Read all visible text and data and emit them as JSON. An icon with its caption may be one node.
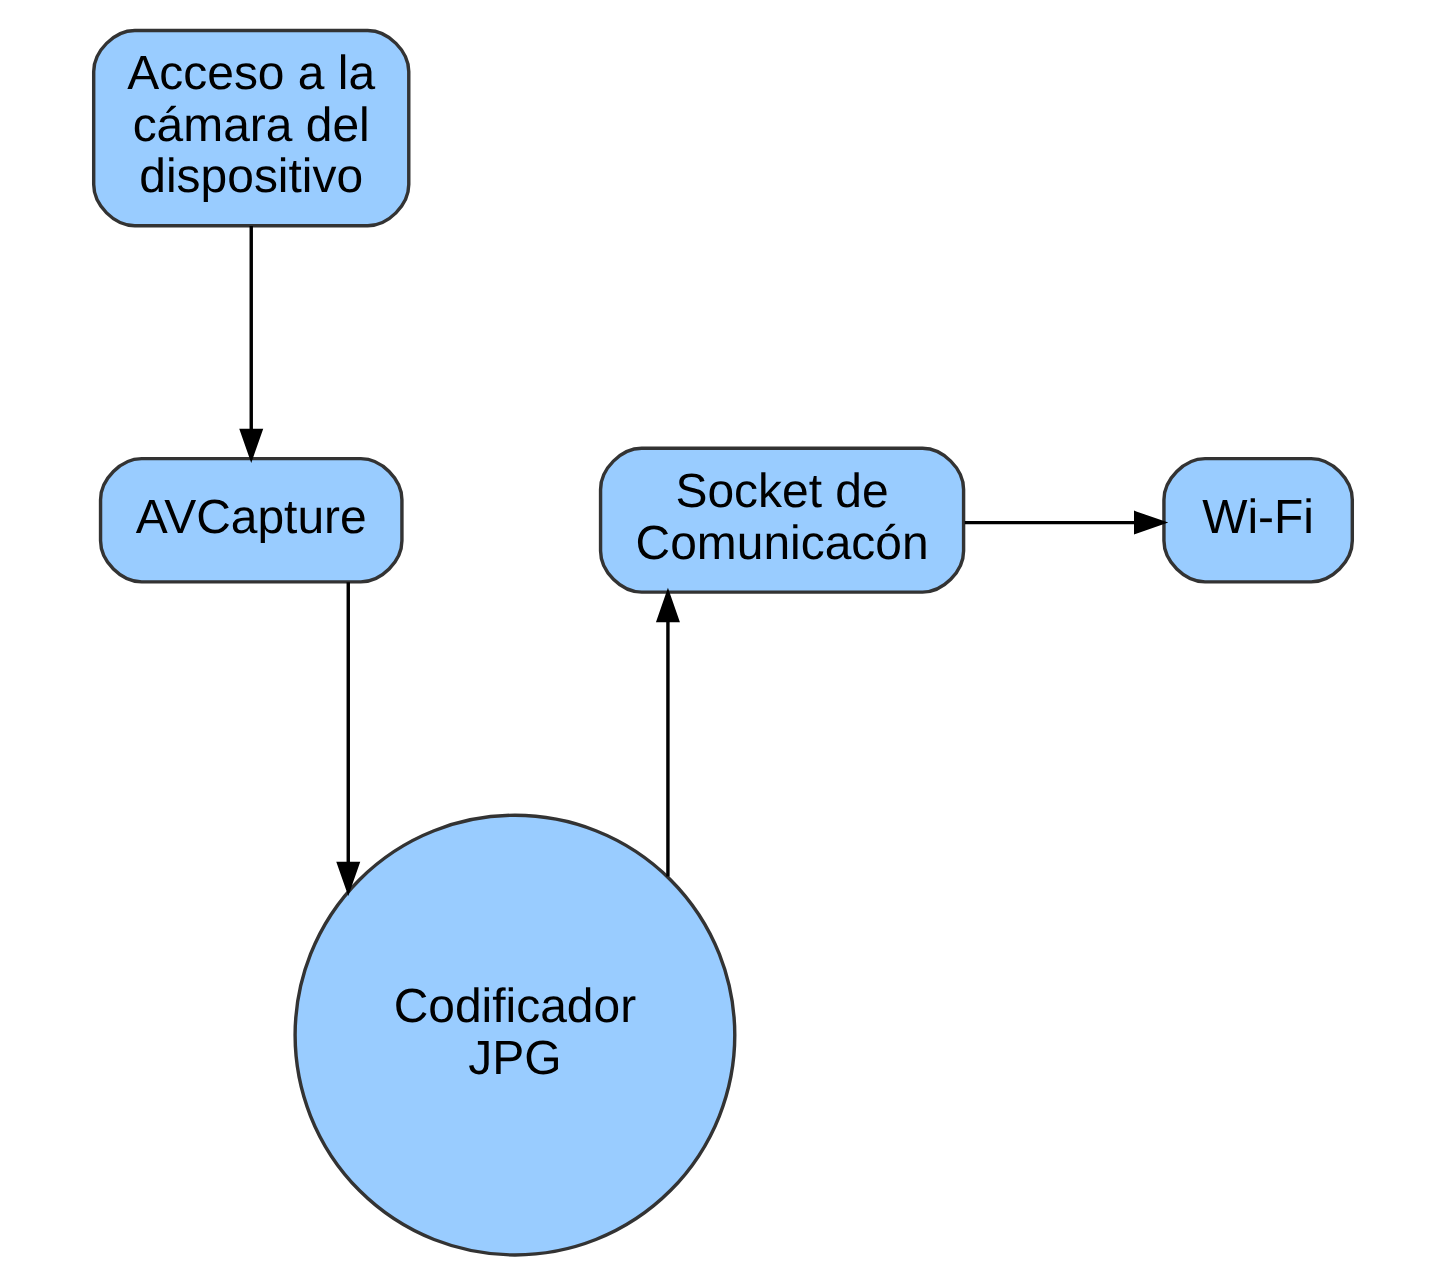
{
  "diagram": {
    "nodes": [
      {
        "text": [
          "Acceso a la cámara del dispositivo"
        ]
      },
      {
        "text": [
          "AVCapture"
        ]
      },
      {
        "text": [
          "Codificador JPG"
        ]
      },
      {
        "text": [
          "Socket de Comunicacón"
        ]
      },
      {
        "text": [
          "Wi-Fi"
        ]
      }
    ],
    "edges": [
      {
        "from": 0,
        "to": 1,
        "arrow": "to"
      },
      {
        "from": 1,
        "to": 2,
        "arrow": "to"
      },
      {
        "from": 2,
        "to": 3,
        "arrow": "to"
      },
      {
        "from": 3,
        "to": 4,
        "arrow": "to"
      }
    ]
  }
}
